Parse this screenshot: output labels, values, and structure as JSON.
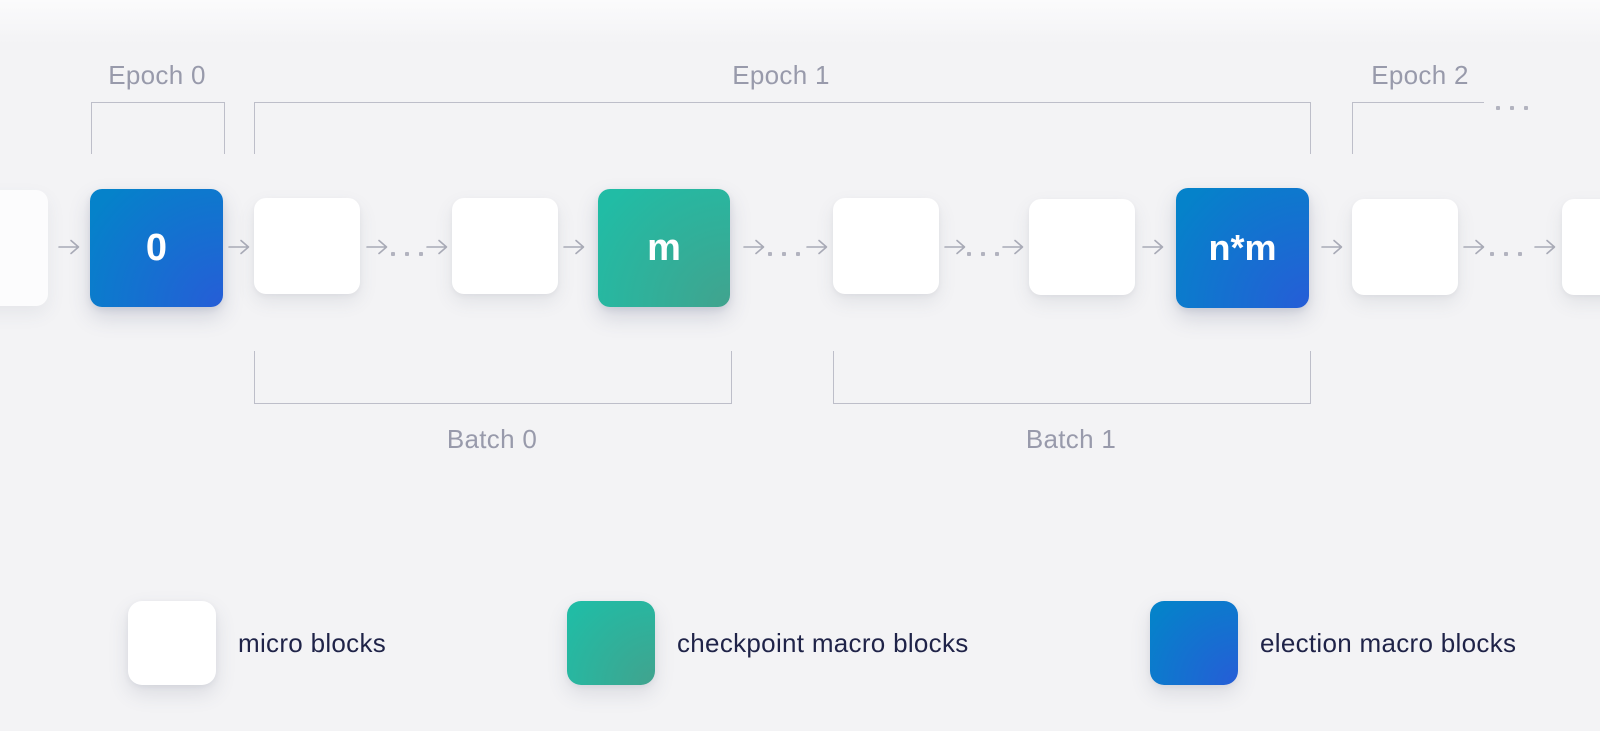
{
  "diagram": {
    "epochs": [
      {
        "label": "Epoch 0"
      },
      {
        "label": "Epoch 1"
      },
      {
        "label": "Epoch 2"
      }
    ],
    "batches": [
      {
        "label": "Batch 0"
      },
      {
        "label": "Batch 1"
      }
    ],
    "blocks": {
      "election_first": {
        "label": "0"
      },
      "checkpoint": {
        "label": "m"
      },
      "election_last": {
        "label": "n*m"
      }
    },
    "continuation_marker": "…"
  },
  "legend": {
    "items": [
      {
        "label": "micro blocks"
      },
      {
        "label": "checkpoint macro blocks"
      },
      {
        "label": "election macro blocks"
      }
    ]
  },
  "colors": {
    "background": "#f4f4f5",
    "micro_block": "#ffffff",
    "checkpoint_gradient_outer": "#21BCA5",
    "checkpoint_gradient_inner": "#41A38E",
    "election_gradient_outer": "#0582CA",
    "election_gradient_inner": "#265DD7",
    "block_label_text": "#ffffff",
    "zone_label_text": "#989aab",
    "legend_text": "#1F2348",
    "line": "#bdbec9"
  }
}
